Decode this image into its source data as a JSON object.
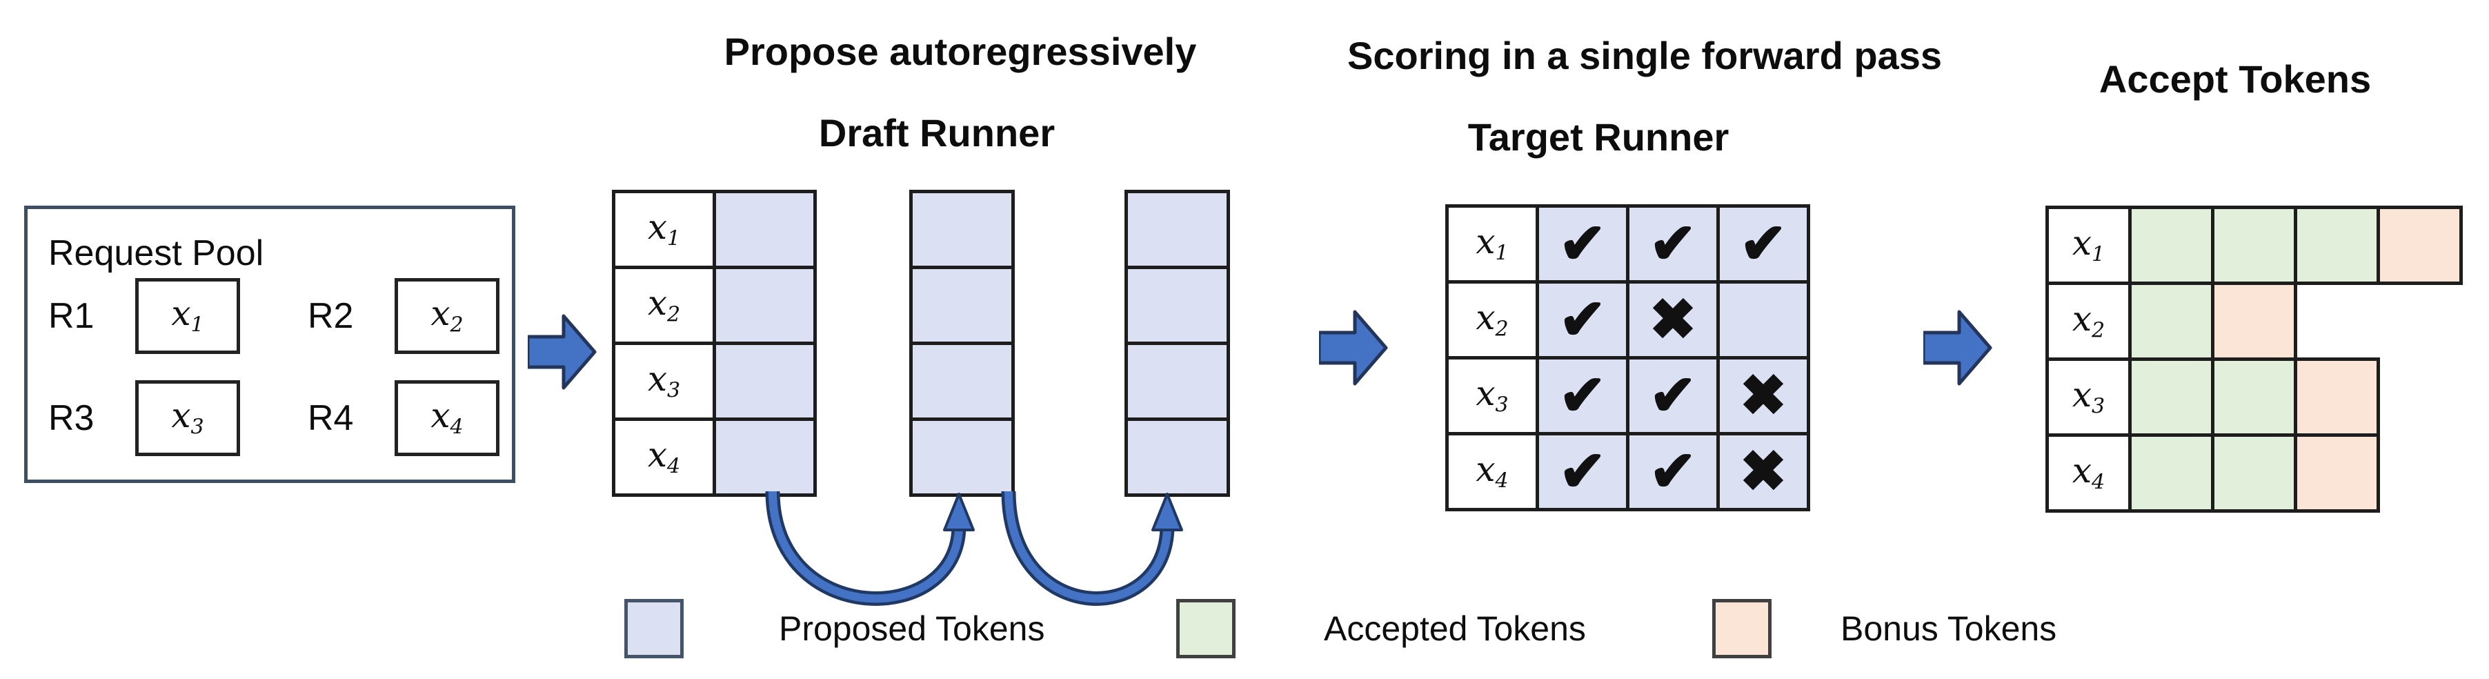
{
  "header_titles": {
    "propose": "Propose autoregressively",
    "draft_runner": "Draft Runner",
    "scoring": "Scoring in a single forward pass",
    "target_runner": "Target Runner",
    "accept": "Accept Tokens"
  },
  "request_pool": {
    "title": "Request Pool",
    "entries": [
      {
        "id": "R1",
        "token": {
          "base": "x",
          "sub": "1"
        }
      },
      {
        "id": "R2",
        "token": {
          "base": "x",
          "sub": "2"
        }
      },
      {
        "id": "R3",
        "token": {
          "base": "x",
          "sub": "3"
        }
      },
      {
        "id": "R4",
        "token": {
          "base": "x",
          "sub": "4"
        }
      }
    ]
  },
  "draft_runner": {
    "row_tokens": [
      {
        "base": "x",
        "sub": "1"
      },
      {
        "base": "x",
        "sub": "2"
      },
      {
        "base": "x",
        "sub": "3"
      },
      {
        "base": "x",
        "sub": "4"
      }
    ],
    "proposal_steps": 3
  },
  "target_runner": {
    "rows": [
      {
        "token": {
          "base": "x",
          "sub": "1"
        },
        "marks": [
          "check",
          "check",
          "check"
        ]
      },
      {
        "token": {
          "base": "x",
          "sub": "2"
        },
        "marks": [
          "check",
          "cross",
          "blank"
        ]
      },
      {
        "token": {
          "base": "x",
          "sub": "3"
        },
        "marks": [
          "check",
          "check",
          "cross"
        ]
      },
      {
        "token": {
          "base": "x",
          "sub": "4"
        },
        "marks": [
          "check",
          "check",
          "cross"
        ]
      }
    ]
  },
  "accept_tokens": {
    "rows": [
      {
        "token": {
          "base": "x",
          "sub": "1"
        },
        "cells": [
          "accepted",
          "accepted",
          "accepted",
          "bonus"
        ]
      },
      {
        "token": {
          "base": "x",
          "sub": "2"
        },
        "cells": [
          "accepted",
          "bonus"
        ]
      },
      {
        "token": {
          "base": "x",
          "sub": "3"
        },
        "cells": [
          "accepted",
          "accepted",
          "bonus"
        ]
      },
      {
        "token": {
          "base": "x",
          "sub": "4"
        },
        "cells": [
          "accepted",
          "accepted",
          "bonus"
        ]
      }
    ]
  },
  "glyphs": {
    "check": "✔",
    "cross": "✖",
    "blank": ""
  },
  "legend": [
    {
      "label": "Proposed Tokens",
      "color": "#dbe1f2",
      "border": "#44546a"
    },
    {
      "label": "Accepted Tokens",
      "color": "#e2efda",
      "border": "#404040"
    },
    {
      "label": "Bonus Tokens",
      "color": "#fbe5d6",
      "border": "#404040"
    }
  ],
  "colors": {
    "proposed": "#dbe1f2",
    "accepted": "#e2efda",
    "bonus": "#fbe5d6",
    "flow_arrow_fill": "#4472c4",
    "flow_arrow_stroke": "#24355c",
    "loop_arrow_fill": "#4472c4",
    "loop_arrow_outline": "#1f3864",
    "grid_line": "#1d1d1d",
    "pool_border": "#3f4f63"
  }
}
